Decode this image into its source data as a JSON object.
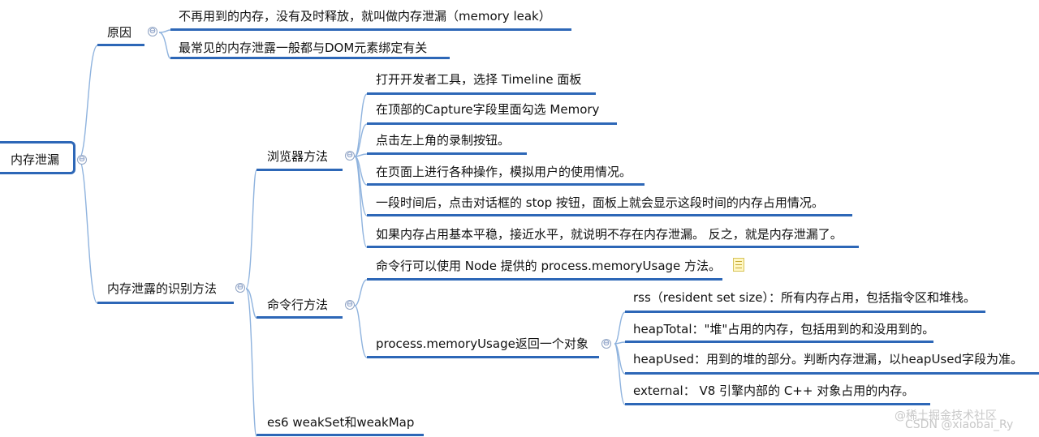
{
  "root": {
    "label": "内存泄漏"
  },
  "cause": {
    "label": "原因",
    "items": [
      "不再用到的内存，没有及时释放，就叫做内存泄漏（memory leak）",
      "最常见的内存泄露一般都与DOM元素绑定有关"
    ]
  },
  "identify": {
    "label": "内存泄露的识别方法",
    "browser": {
      "label": "浏览器方法",
      "steps": [
        "打开开发者工具，选择 Timeline 面板",
        "在顶部的Capture字段里面勾选 Memory",
        "点击左上角的录制按钮。",
        "在页面上进行各种操作，模拟用户的使用情况。",
        "一段时间后，点击对话框的 stop 按钮，面板上就会显示这段时间的内存占用情况。",
        "如果内存占用基本平稳，接近水平，就说明不存在内存泄漏。 反之，就是内存泄漏了。"
      ]
    },
    "cli": {
      "label": "命令行方法",
      "usage": "命令行可以使用 Node 提供的 process.memoryUsage 方法。",
      "returns": {
        "label": "process.memoryUsage返回一个对象",
        "fields": [
          "rss（resident set size）：所有内存占用，包括指令区和堆栈。",
          "heapTotal：\"堆\"占用的内存，包括用到的和没用到的。",
          "heapUsed：用到的堆的部分。判断内存泄漏，以heapUsed字段为准。",
          "external： V8 引擎内部的 C++ 对象占用的内存。"
        ]
      }
    },
    "es6": {
      "label": "es6 weakSet和weakMap"
    }
  },
  "toggle_symbol": "⊖",
  "watermarks": [
    "@稀土掘金技术社区",
    "CSDN @xiaobai_Ry"
  ],
  "colors": {
    "branch": "#2d67b7",
    "connector": "#8fb3de",
    "text": "#111111"
  },
  "icons": {
    "note": "note-icon",
    "collapse": "collapse-toggle-icon"
  }
}
